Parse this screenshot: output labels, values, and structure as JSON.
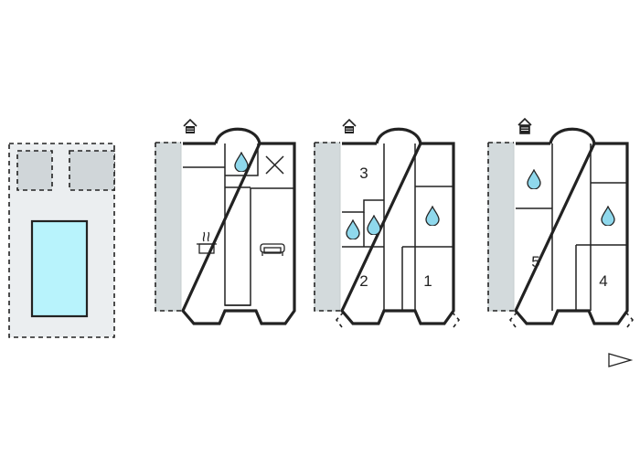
{
  "colors": {
    "wall": "#222222",
    "terrace": "#d3dadc",
    "garden": "#ebeef0",
    "pool": "#b8f3fc",
    "water_drop": "#8fd8ec",
    "paving": "#d0d6d9"
  },
  "floors": [
    {
      "level": "ground",
      "stair_icon": "stairs-up-icon",
      "rooms": [
        {
          "label": "",
          "icon": "bathroom-drop-icon"
        },
        {
          "label": "",
          "icon": "open-void-cross-icon"
        },
        {
          "label": "",
          "icon": "kitchen-pot-icon"
        },
        {
          "label": "",
          "icon": "living-sofa-icon"
        }
      ]
    },
    {
      "level": "first",
      "stair_icon": "stairs-up-icon",
      "rooms": [
        {
          "label": "3",
          "icon": ""
        },
        {
          "label": "",
          "icon": "bathroom-drop-icon"
        },
        {
          "label": "",
          "icon": "bathroom-drop-icon"
        },
        {
          "label": "",
          "icon": "bathroom-drop-icon"
        },
        {
          "label": "2",
          "icon": ""
        },
        {
          "label": "1",
          "icon": ""
        }
      ]
    },
    {
      "level": "second",
      "stair_icon": "stairs-down-icon",
      "rooms": [
        {
          "label": "",
          "icon": "bathroom-drop-icon"
        },
        {
          "label": "",
          "icon": "bathroom-drop-icon"
        },
        {
          "label": "5",
          "icon": ""
        },
        {
          "label": "4",
          "icon": ""
        }
      ]
    }
  ],
  "compass": {
    "icon": "north-arrow-icon"
  }
}
